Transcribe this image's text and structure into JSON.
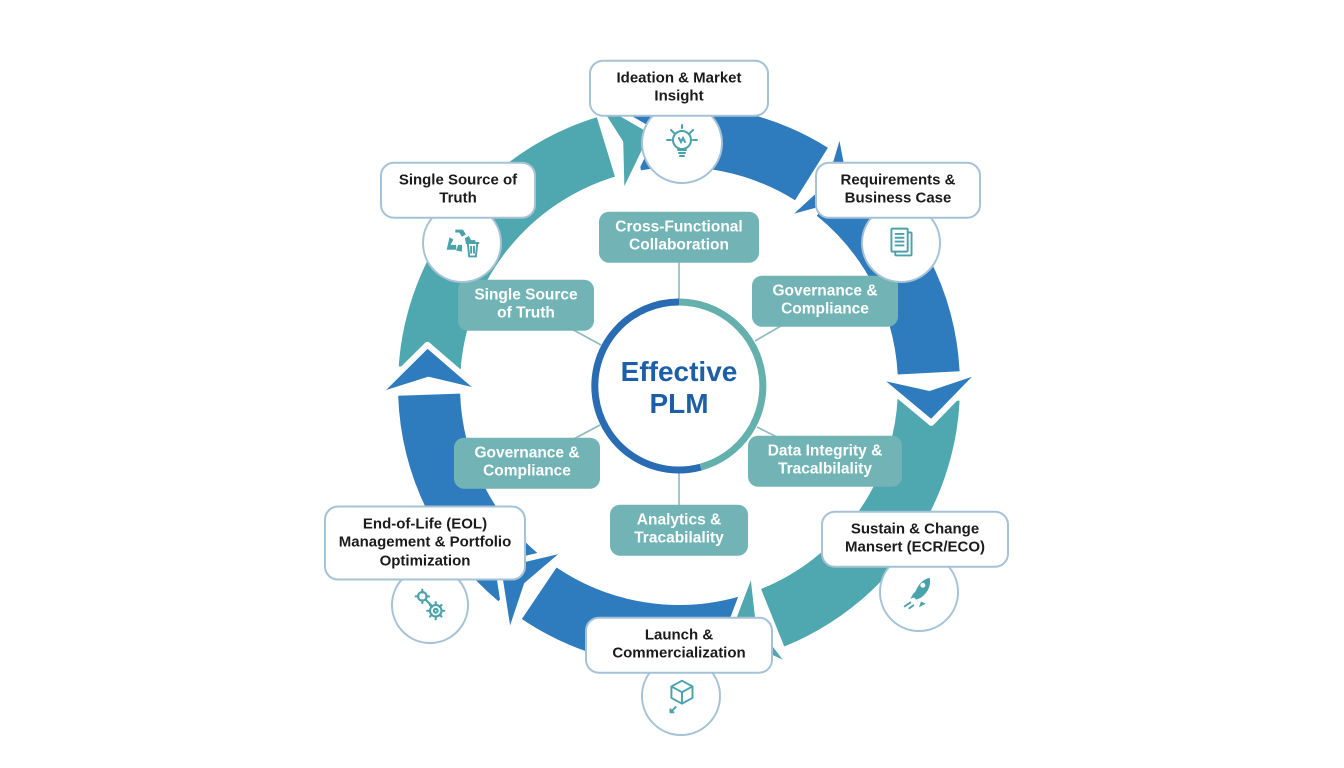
{
  "palette": {
    "arrow_blue": "#2e7bbd",
    "arrow_teal": "#4fa8b0",
    "inner_box_bg": "#72b4b6",
    "inner_box_text": "#ffffff",
    "outer_box_border": "#a5c2d6",
    "outer_box_text": "#1b1b1b",
    "icon_teal": "#4aa2ab",
    "center_text": "#1d5fa7",
    "ring_blue": "#2a6cb4",
    "ring_teal": "#63b0ad",
    "connector": "#8cb9be"
  },
  "center": {
    "label_line1": "Effective",
    "label_line2": "PLM"
  },
  "inner_items": [
    {
      "label": "Cross-Functional Collaboration"
    },
    {
      "label": "Governance & Compliance"
    },
    {
      "label": "Data Integrity & Tracalbilality"
    },
    {
      "label": "Analytics & Tracabilality"
    },
    {
      "label": "Governance & Compliance"
    },
    {
      "label": "Single Source of Truth"
    }
  ],
  "outer_nodes": [
    {
      "label": "Ideation & Market Insight",
      "icon": "lightbulb-icon"
    },
    {
      "label": "Requirements & Business Case",
      "icon": "documents-icon"
    },
    {
      "label": "Sustain & Change Mansert (ECR/ECO)",
      "icon": "rocket-icon"
    },
    {
      "label": "Launch & Commercialization",
      "icon": "cube-icon"
    },
    {
      "label": "End-of-Life (EOL) Management & Portfolio Optimization",
      "icon": "tools-gears-icon"
    },
    {
      "label": "Single Source of Truth",
      "icon": "recycle-trash-icon"
    }
  ]
}
